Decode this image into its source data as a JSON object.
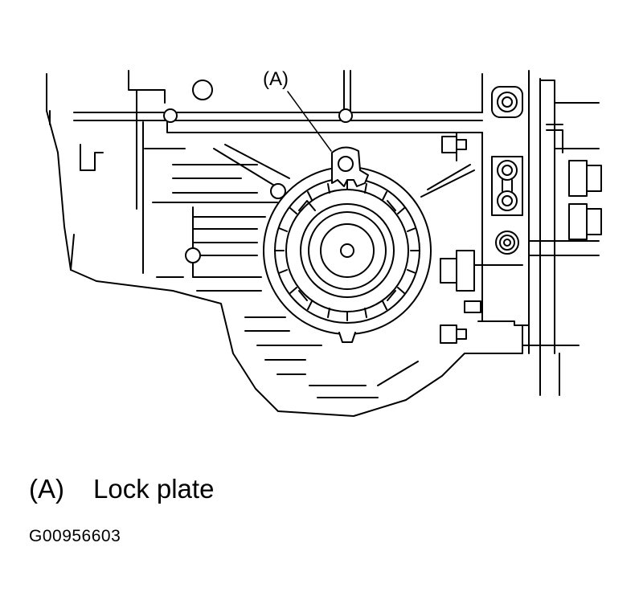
{
  "callout": {
    "marker": "(A)"
  },
  "legend": {
    "key": "(A)",
    "description": "Lock plate"
  },
  "figure_id": "G00956603"
}
